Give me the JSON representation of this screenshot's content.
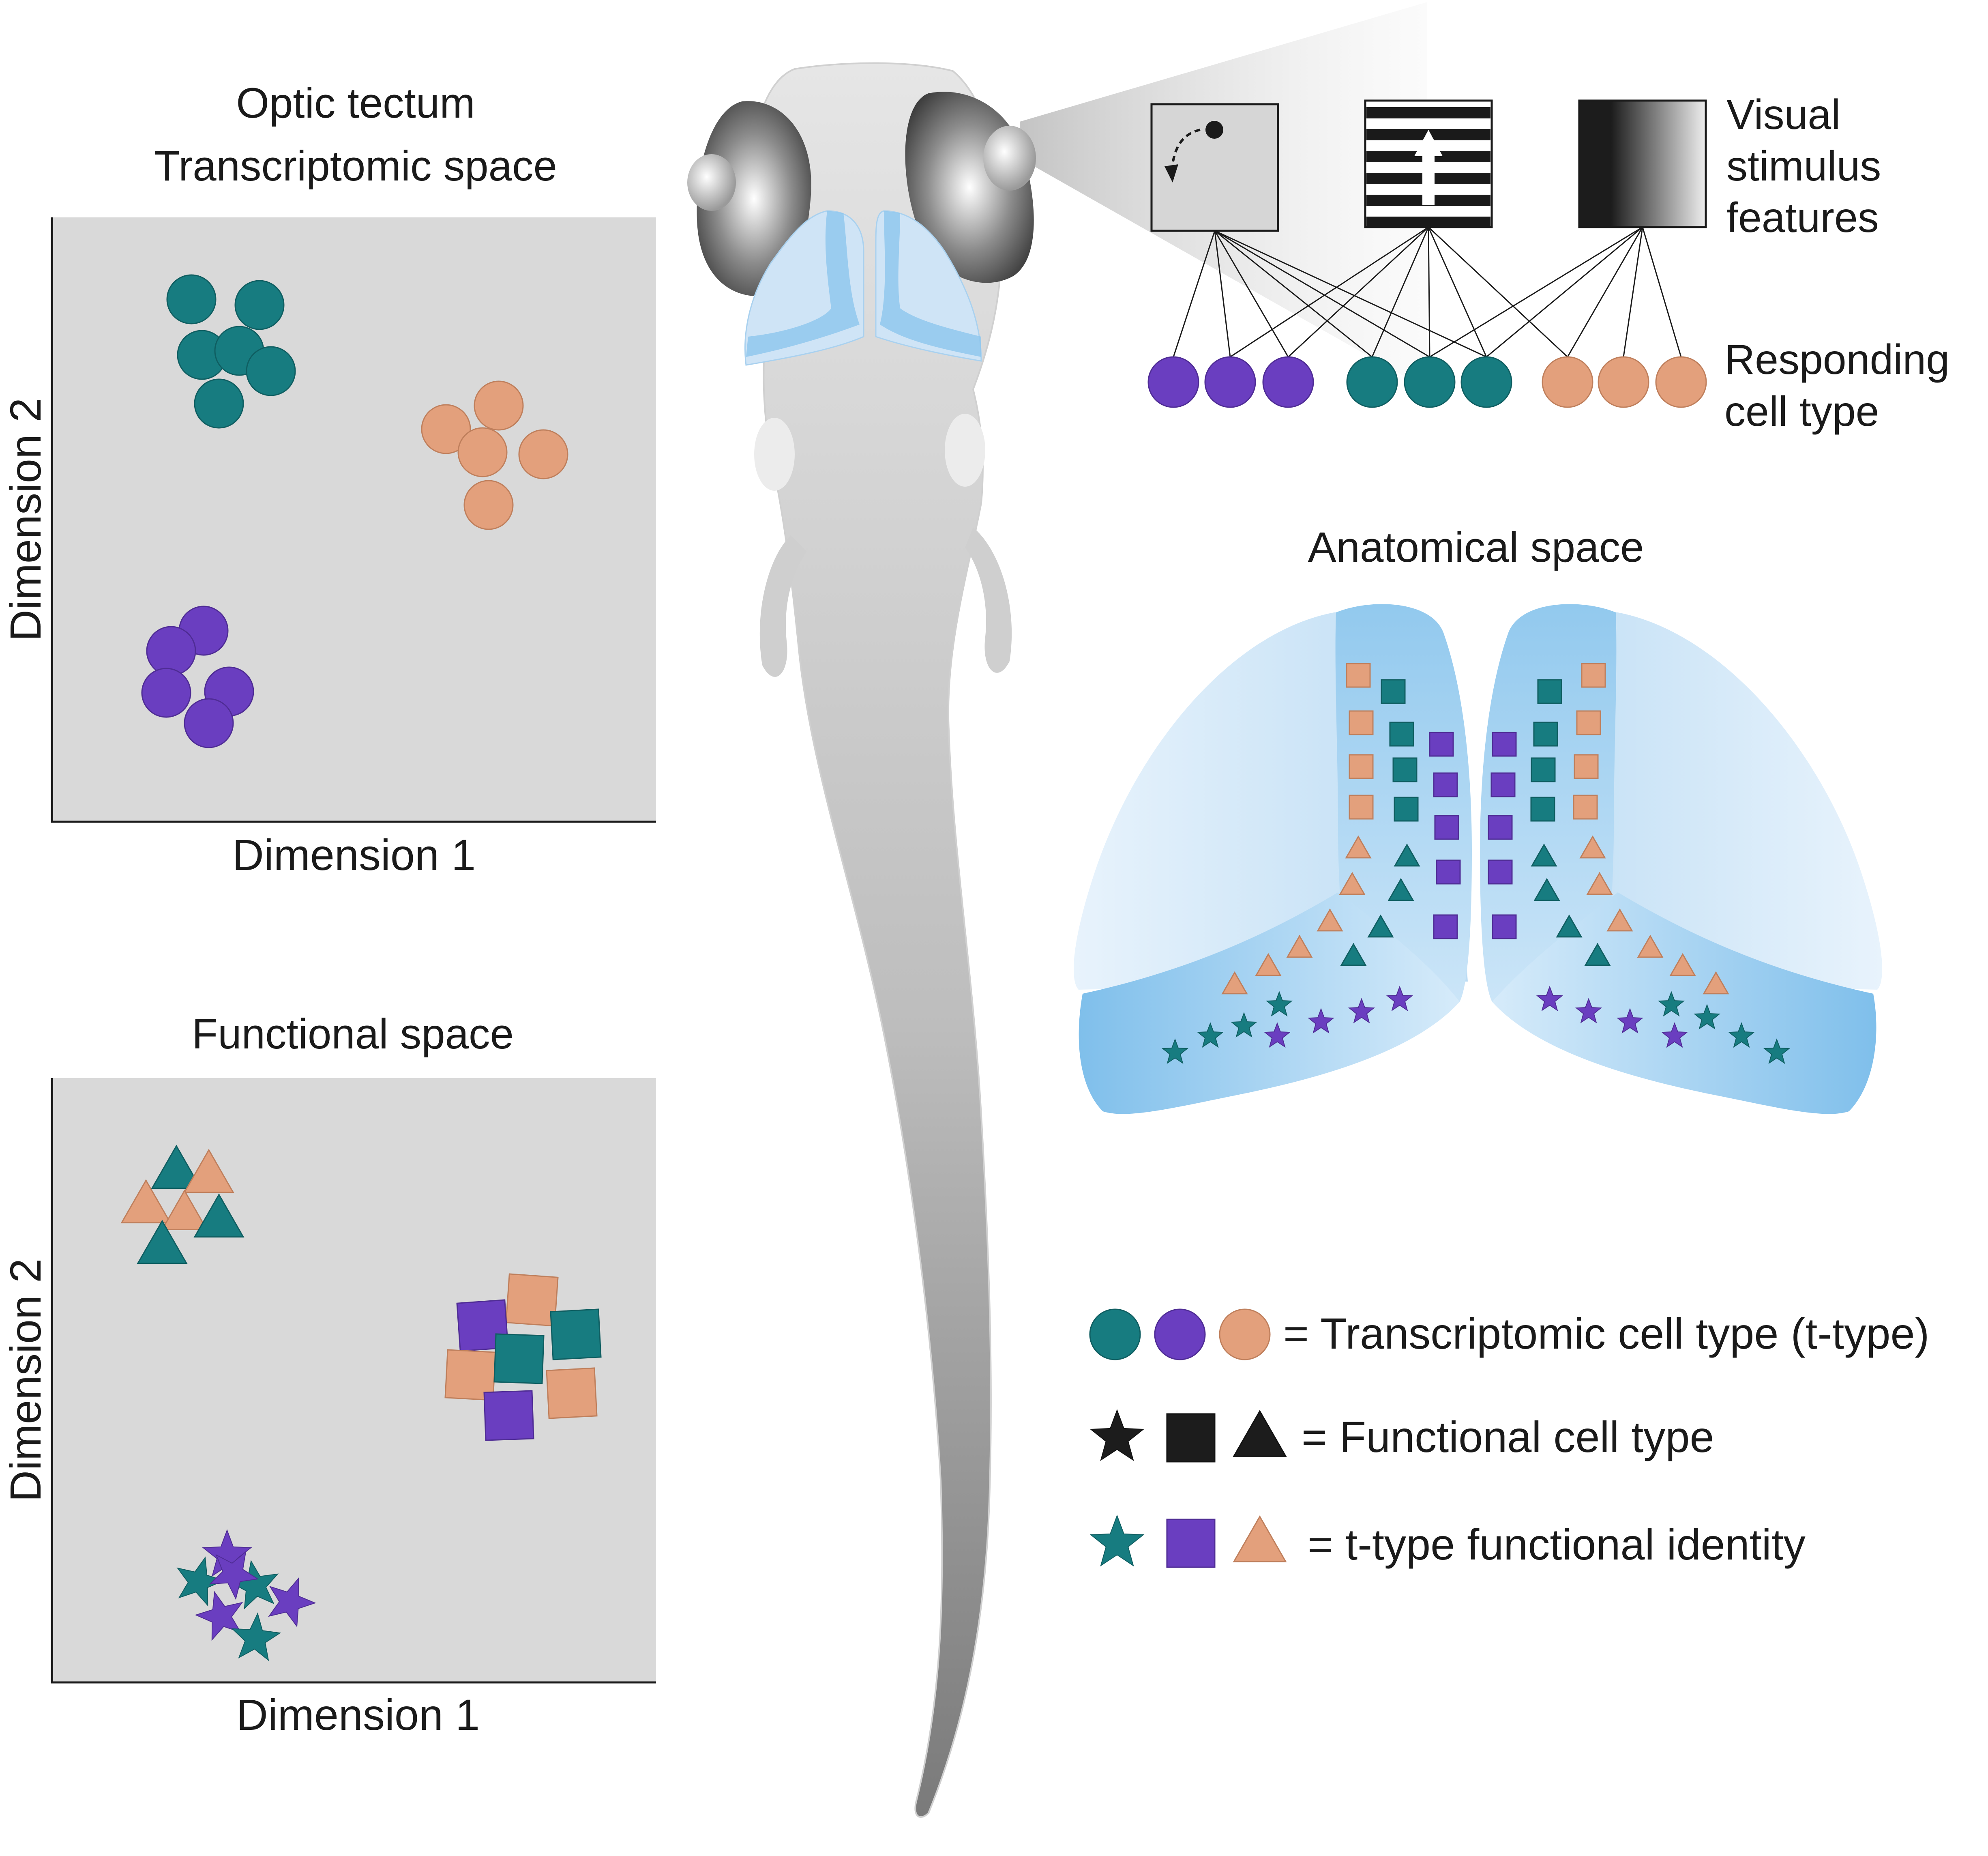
{
  "transcriptomic_panel": {
    "title_line1": "Optic tectum",
    "title_line2": "Transcriptomic space",
    "xlabel": "Dimension 1",
    "ylabel": "Dimension 2"
  },
  "functional_panel": {
    "title": "Functional space",
    "xlabel": "Dimension 1",
    "ylabel": "Dimension 2"
  },
  "stimulus": {
    "label_lines": [
      "Visual",
      "stimulus",
      "features"
    ],
    "items": [
      "looming-dot",
      "moving-grating",
      "dark-light-gradient"
    ]
  },
  "responding": {
    "label_lines": [
      "Responding",
      "cell type"
    ]
  },
  "anatomical": {
    "title": "Anatomical space"
  },
  "legend": {
    "row1": "= Transcriptomic cell type (t-type)",
    "row2": "= Functional cell type",
    "row3": "= t-type functional identity"
  },
  "colors": {
    "teal": "#177c80",
    "purple": "#6a3ec0",
    "peach": "#e3a07c",
    "black": "#1c1c1c",
    "panel_bg": "#d9d9d9",
    "tectum_blue": "#7fbfeb"
  }
}
